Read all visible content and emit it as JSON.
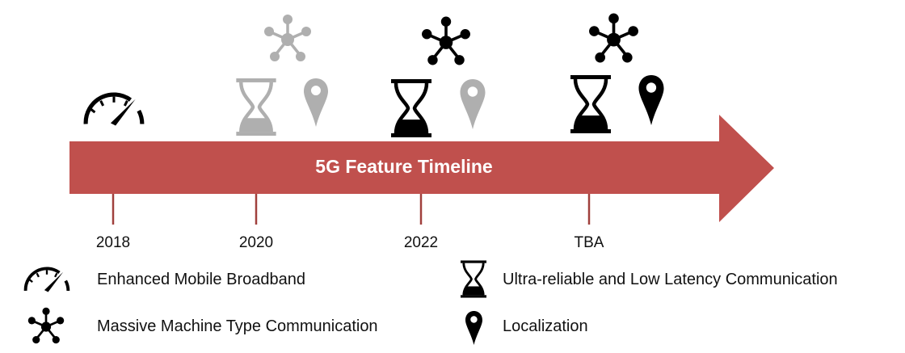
{
  "title": "5G Feature Timeline",
  "colors": {
    "arrow": "#C0504D",
    "tick": "#A0403D",
    "active": "#000000",
    "inactive": "#AFAFAF"
  },
  "milestones": [
    {
      "label": "2018",
      "icons": [
        {
          "name": "speedometer-icon",
          "state": "active"
        }
      ]
    },
    {
      "label": "2020",
      "icons": [
        {
          "name": "network-hub-icon",
          "state": "inactive"
        },
        {
          "name": "hourglass-icon",
          "state": "inactive"
        },
        {
          "name": "location-pin-icon",
          "state": "inactive"
        }
      ]
    },
    {
      "label": "2022",
      "icons": [
        {
          "name": "network-hub-icon",
          "state": "active"
        },
        {
          "name": "hourglass-icon",
          "state": "active"
        },
        {
          "name": "location-pin-icon",
          "state": "inactive"
        }
      ]
    },
    {
      "label": "TBA",
      "icons": [
        {
          "name": "network-hub-icon",
          "state": "active"
        },
        {
          "name": "hourglass-icon",
          "state": "active"
        },
        {
          "name": "location-pin-icon",
          "state": "active"
        }
      ]
    }
  ],
  "legend": [
    {
      "icon": "speedometer-icon",
      "label": "Enhanced Mobile Broadband"
    },
    {
      "icon": "network-hub-icon",
      "label": "Massive Machine Type Communication"
    },
    {
      "icon": "hourglass-icon",
      "label": "Ultra-reliable and Low Latency Communication"
    },
    {
      "icon": "location-pin-icon",
      "label": "Localization"
    }
  ]
}
